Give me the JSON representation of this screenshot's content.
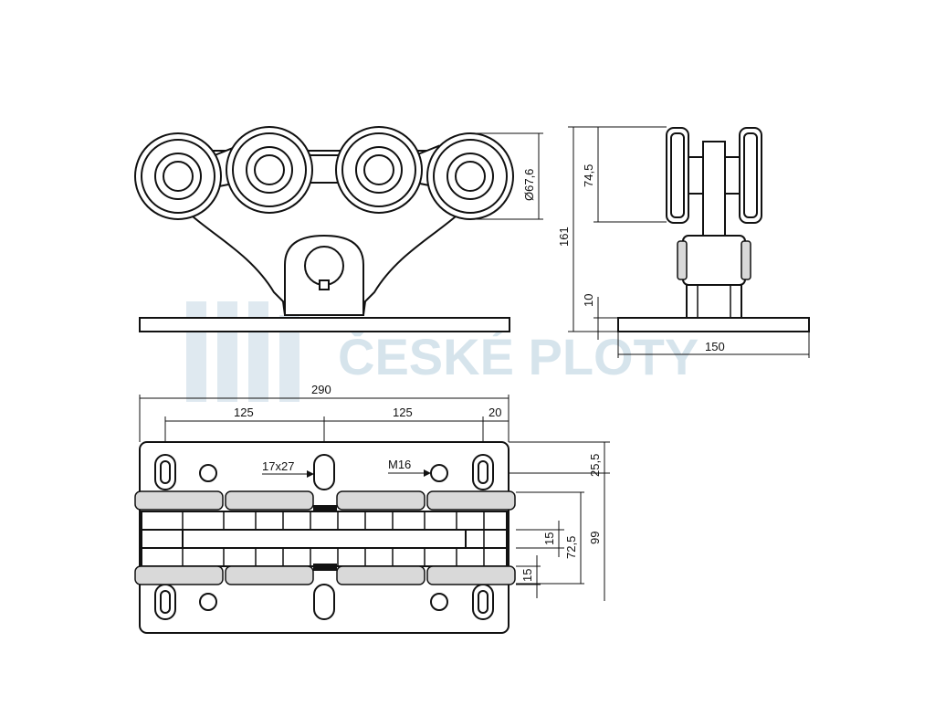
{
  "watermark": {
    "text": "ČESKÉ PLOTY",
    "color": "#c9dbe6"
  },
  "dimensions": {
    "wheel_diameter": "Ø67,6",
    "height_total": "161",
    "wheel_height": "74,5",
    "plate_thickness": "10",
    "side_width": "150",
    "total_length": "290",
    "spacing_1": "125",
    "spacing_2": "125",
    "end_offset": "20",
    "slot_size": "17x27",
    "thread": "M16",
    "dim_25_5": "25,5",
    "dim_72_5": "72,5",
    "dim_99": "99",
    "dim_15_a": "15",
    "dim_15_b": "15"
  }
}
